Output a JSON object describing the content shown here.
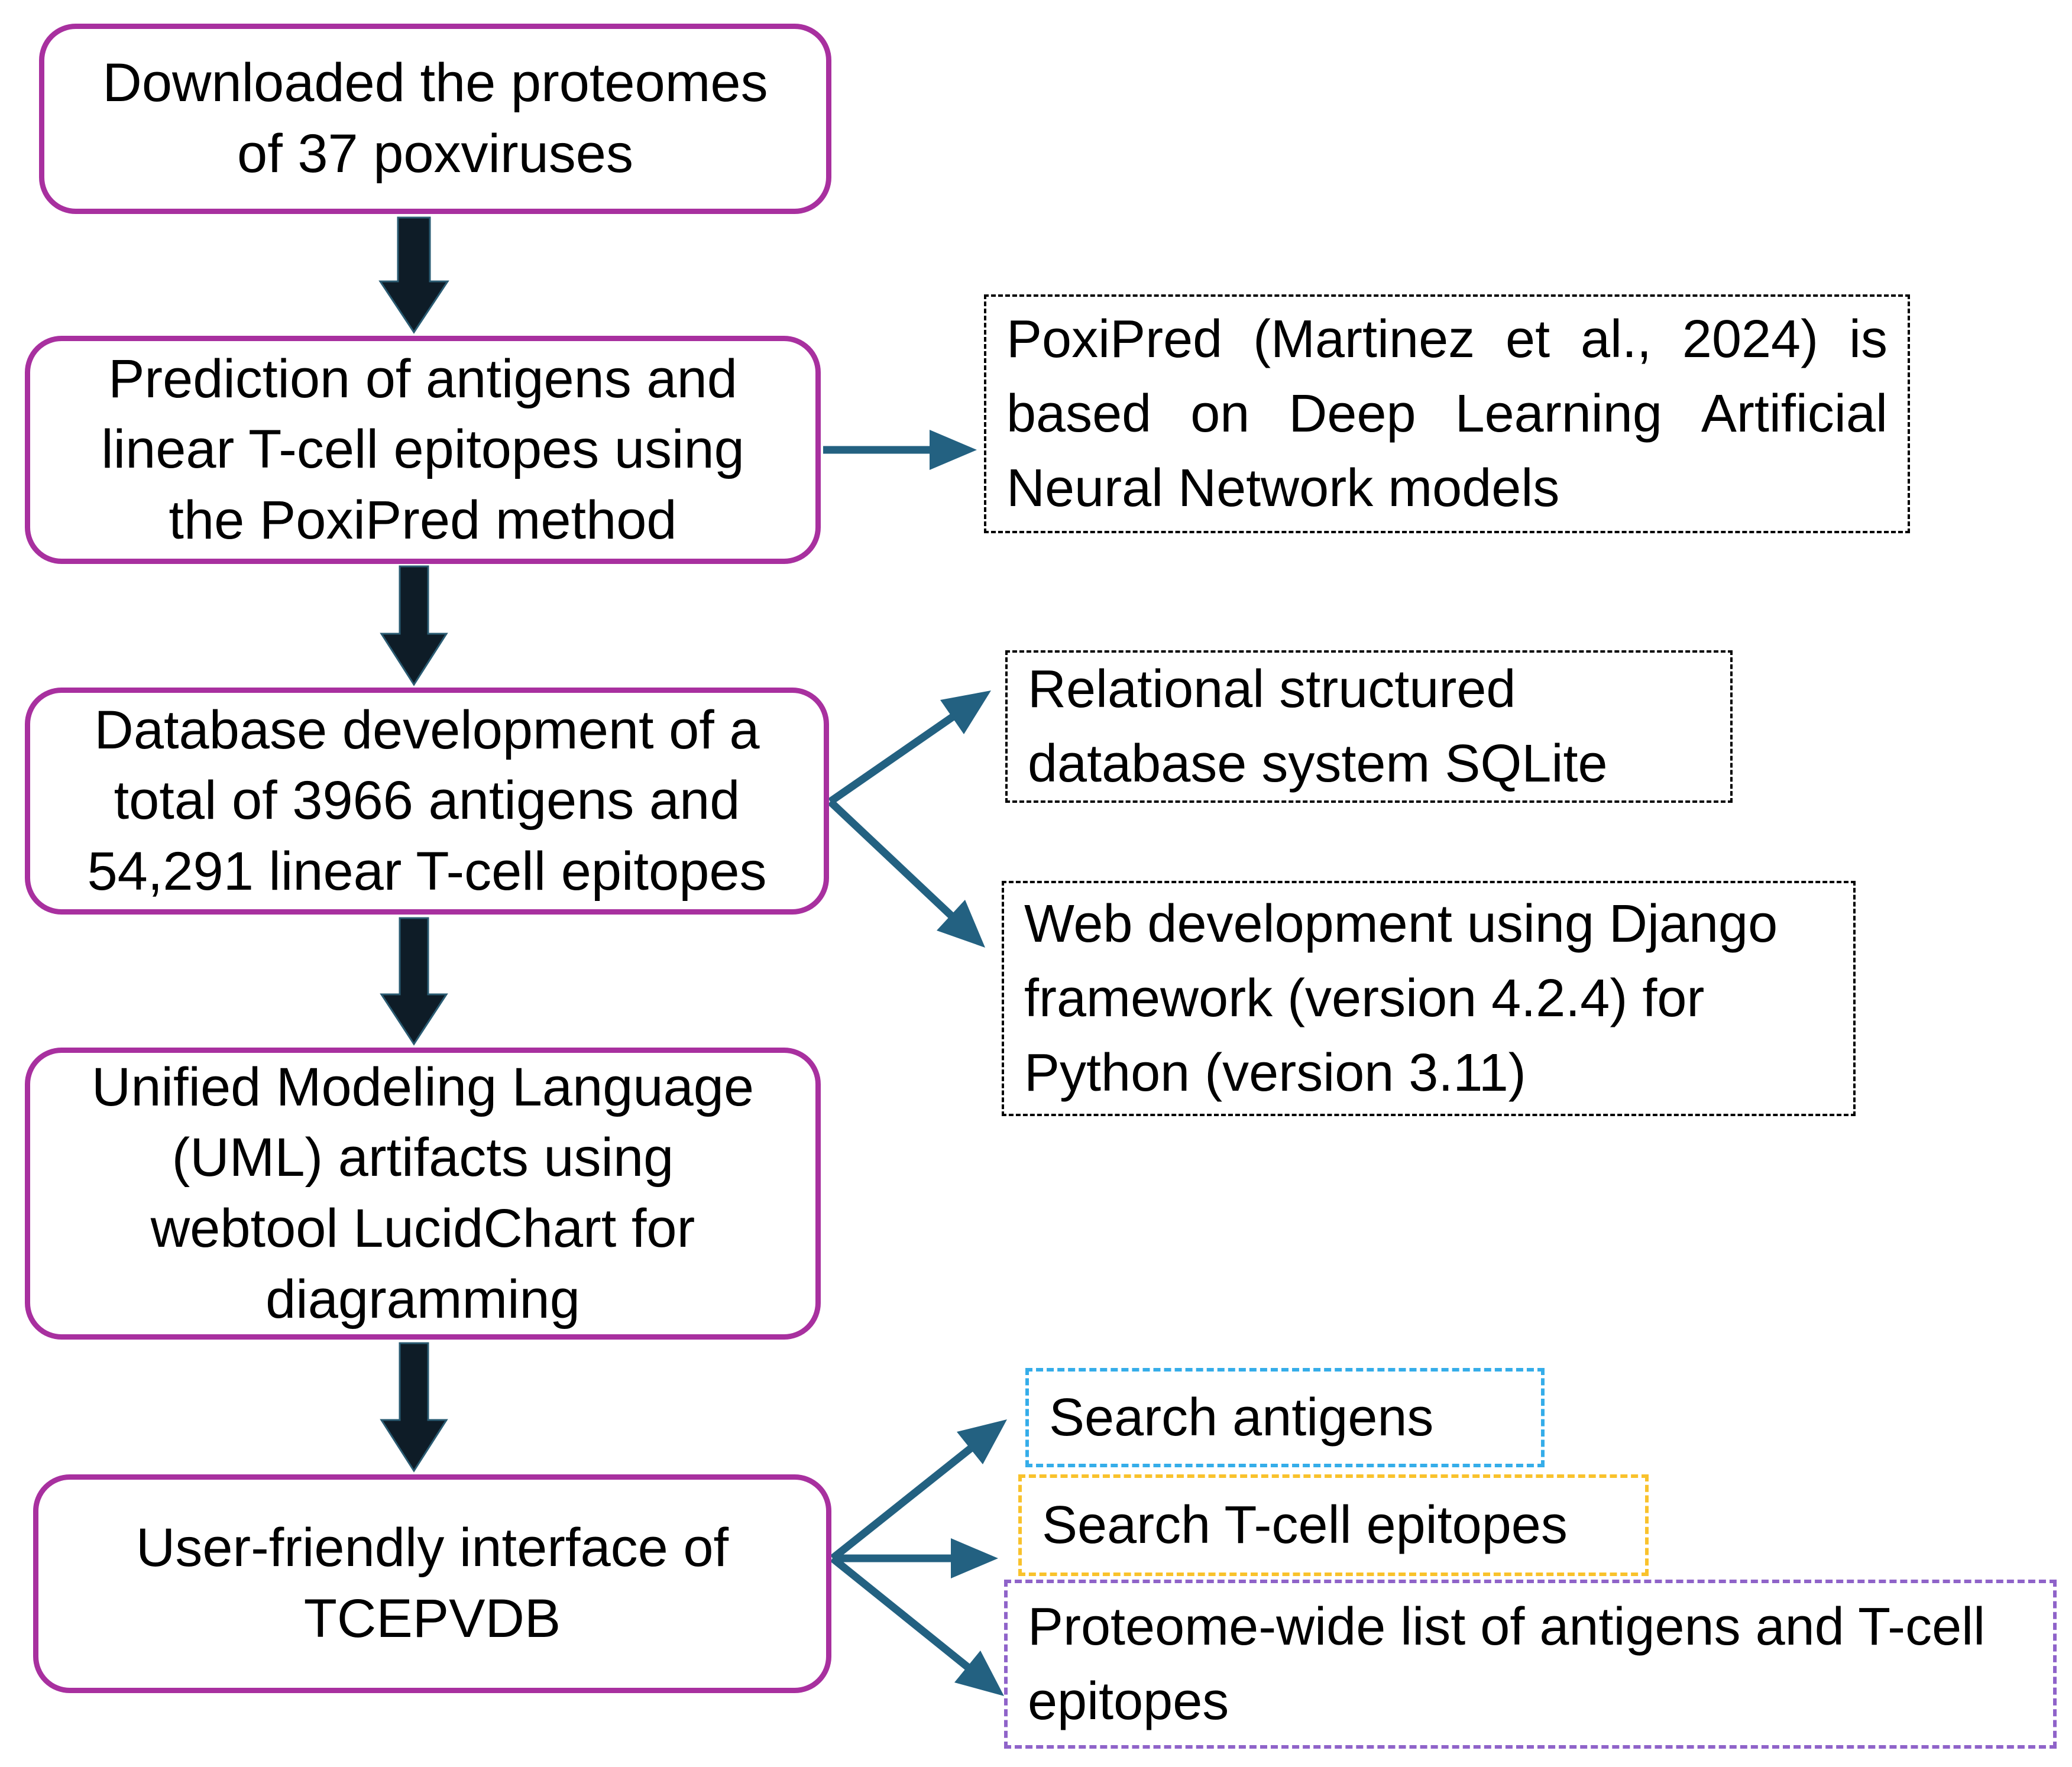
{
  "colors": {
    "flow_box_border": "#a8309f",
    "black_arrow": "#0e1c27",
    "teal_arrow": "#236181",
    "note_border_black": "#000000",
    "search_antigens_border": "#35ade9",
    "search_epitopes_border": "#f9c22c",
    "proteome_list_border": "#8f63c9",
    "text": "#000000",
    "background": "#ffffff"
  },
  "flow_boxes": [
    {
      "id": "download",
      "text": "Downloaded the proteomes\nof 37 poxviruses"
    },
    {
      "id": "prediction",
      "text": "Prediction of antigens and\nlinear T-cell epitopes using\nthe PoxiPred method"
    },
    {
      "id": "database",
      "text": "Database development of a\ntotal of 3966 antigens and\n54,291 linear T-cell epitopes"
    },
    {
      "id": "uml",
      "text": "Unified Modeling Language\n(UML) artifacts using\nwebtool LucidChart for\ndiagramming"
    },
    {
      "id": "interface",
      "text": "User-friendly interface of\nTCEPVDB"
    }
  ],
  "side_boxes": [
    {
      "id": "poxipred",
      "lines": [
        "PoxiPred (Martinez et al., 2024) is",
        "based on Deep Learning Artificial",
        "Neural Network models"
      ]
    },
    {
      "id": "sqlite",
      "text": "Relational structured\ndatabase system SQLite"
    },
    {
      "id": "django",
      "text": "Web development using Django\nframework (version 4.2.4) for\nPython (version 3.11)"
    },
    {
      "id": "search_antigens",
      "text": "Search antigens"
    },
    {
      "id": "search_epitopes",
      "text": "Search T-cell epitopes"
    },
    {
      "id": "proteome_list",
      "text": "Proteome-wide list of antigens and T-cell\nepitopes"
    }
  ]
}
